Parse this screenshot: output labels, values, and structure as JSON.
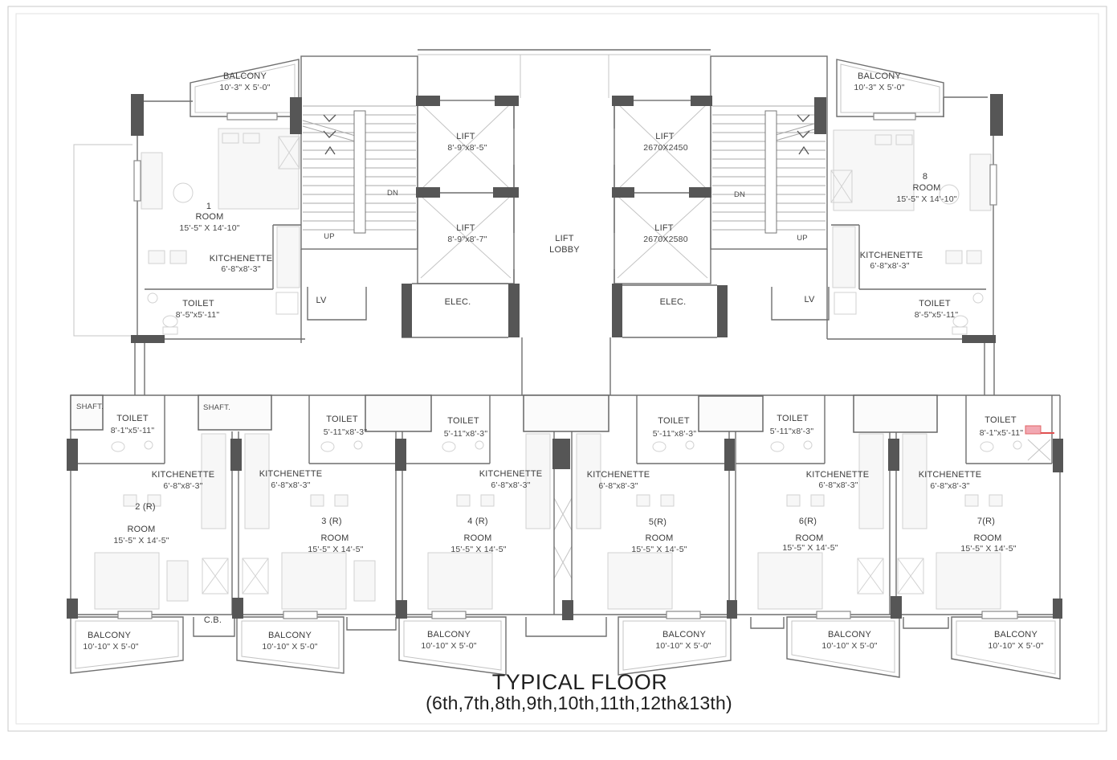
{
  "title": {
    "line1": "TYPICAL FLOOR",
    "line2": "(6th,7th,8th,9th,10th,11th,12th&13th)"
  },
  "colors": {
    "wall": "#6f6f6f",
    "pillar": "#565656",
    "text": "#3b3b3b",
    "highlight_fill": "#f2a8b2",
    "highlight_line": "#e05050",
    "paper": "#ffffff"
  },
  "upper": {
    "balconies": [
      {
        "label": "BALCONY",
        "dim": "10'-3\" X 5'-0\""
      },
      {
        "label": "BALCONY",
        "dim": "10'-3\" X 5'-0\""
      }
    ],
    "rooms": [
      {
        "number": "1",
        "label": "ROOM",
        "dim": "15'-5\" X 14'-10\""
      },
      {
        "number": "8",
        "label": "ROOM",
        "dim": "15'-5\" X 14'-10\""
      }
    ],
    "kitchenettes": [
      {
        "label": "KITCHENETTE",
        "dim": "6'-8\"x8'-3\""
      },
      {
        "label": "KITCHENETTE",
        "dim": "6'-8\"x8'-3\""
      }
    ],
    "toilets": [
      {
        "label": "TOILET",
        "dim": "8'-5\"x5'-11\""
      },
      {
        "label": "TOILET",
        "dim": "8'-5\"x5'-11\""
      }
    ],
    "lv": [
      {
        "label": "LV"
      },
      {
        "label": "LV"
      }
    ],
    "lifts": [
      {
        "label": "LIFT",
        "dim": "8'-9\"x8'-5\""
      },
      {
        "label": "LIFT",
        "dim": "8'-9\"x8'-7\""
      },
      {
        "label": "LIFT",
        "dim": "2670X2450"
      },
      {
        "label": "LIFT",
        "dim": "2670X2580"
      }
    ],
    "lobby": {
      "line1": "LIFT",
      "line2": "LOBBY"
    },
    "elec": [
      {
        "label": "ELEC."
      },
      {
        "label": "ELEC."
      }
    ],
    "stairs": [
      {
        "up": "UP",
        "dn": "DN"
      },
      {
        "up": "UP",
        "dn": "DN"
      }
    ]
  },
  "lower": {
    "shafts": [
      {
        "label": "SHAFT."
      },
      {
        "label": "SHAFT."
      }
    ],
    "toilets": [
      {
        "label": "TOILET",
        "dim": "8'-1\"x5'-11\""
      },
      {
        "label": "TOILET",
        "dim": "5'-11\"x8'-3\""
      },
      {
        "label": "TOILET",
        "dim": "5'-11\"x8'-3\""
      },
      {
        "label": "TOILET",
        "dim": "5'-11\"x8'-3\""
      },
      {
        "label": "TOILET",
        "dim": "5'-11\"x8'-3\""
      },
      {
        "label": "TOILET",
        "dim": "8'-1\"x5'-11\""
      }
    ],
    "kitchenettes": [
      {
        "label": "KITCHENETTE",
        "dim": "6'-8\"x8'-3\""
      },
      {
        "label": "KITCHENETTE",
        "dim": "6'-8\"x8'-3\""
      },
      {
        "label": "KITCHENETTE",
        "dim": "6'-8\"x8'-3\""
      },
      {
        "label": "KITCHENETTE",
        "dim": "6'-8\"x8'-3\""
      },
      {
        "label": "KITCHENETTE",
        "dim": "6'-8\"x8'-3\""
      },
      {
        "label": "KITCHENETTE",
        "dim": "6'-8\"x8'-3\""
      }
    ],
    "rooms": [
      {
        "number": "2 (R)",
        "label": "ROOM",
        "dim": "15'-5\" X 14'-5\""
      },
      {
        "number": "3 (R)",
        "label": "ROOM",
        "dim": "15'-5\" X 14'-5\""
      },
      {
        "number": "4 (R)",
        "label": "ROOM",
        "dim": "15'-5\" X 14'-5\""
      },
      {
        "number": "5(R)",
        "label": "ROOM",
        "dim": "15'-5\" X 14'-5\""
      },
      {
        "number": "6(R)",
        "label": "ROOM",
        "dim": "15'-5\" X 14'-5\""
      },
      {
        "number": "7(R)",
        "label": "ROOM",
        "dim": "15'-5\" X 14'-5\""
      }
    ],
    "cb": {
      "label": "C.B."
    },
    "balconies": [
      {
        "label": "BALCONY",
        "dim": "10'-10\" X 5'-0\""
      },
      {
        "label": "BALCONY",
        "dim": "10'-10\" X 5'-0\""
      },
      {
        "label": "BALCONY",
        "dim": "10'-10\" X 5'-0\""
      },
      {
        "label": "BALCONY",
        "dim": "10'-10\" X 5'-0\""
      },
      {
        "label": "BALCONY",
        "dim": "10'-10\" X 5'-0\""
      },
      {
        "label": "BALCONY",
        "dim": "10'-10\" X 5'-0\""
      }
    ]
  }
}
